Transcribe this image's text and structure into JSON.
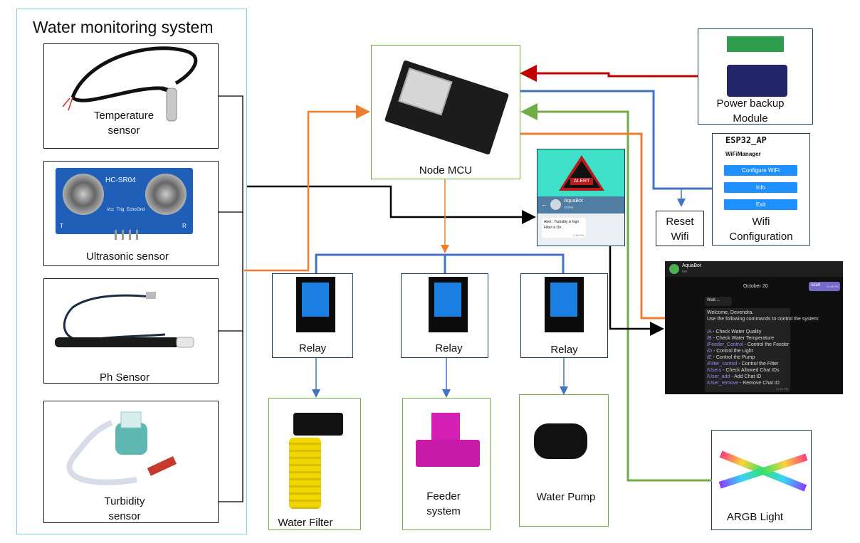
{
  "monitoring": {
    "title": "Water monitoring system"
  },
  "sensors": {
    "temperature": "Temperature\nsensor",
    "ultrasonic": "Ultrasonic sensor",
    "ph": "Ph Sensor",
    "turbidity": "Turbidity\nsensor"
  },
  "ultrasonic_module": {
    "model": "HC-SR04",
    "pins": [
      "Vcc",
      "Trig",
      "Echo",
      "Gnd"
    ],
    "marks": [
      "T",
      "R"
    ]
  },
  "nodemcu": {
    "label": "Node MCU"
  },
  "power": {
    "label": "Power backup\nModule"
  },
  "alert": {
    "badge": "ALERT",
    "bot_name": "AquaBot",
    "bot_status": "online",
    "message": "Alert : Turbidity is high\nFilter is On",
    "time": "2:46 PM"
  },
  "wifi_portal": {
    "title": "ESP32_AP",
    "subtitle": "WiFiManager",
    "buttons": [
      "Configure WiFi",
      "Info",
      "Exit"
    ]
  },
  "reset_wifi": {
    "label": "Reset\nWifi"
  },
  "wifi_config": {
    "label": "Wifi\nConfiguration"
  },
  "relays": [
    {
      "label": "Relay"
    },
    {
      "label": "Relay"
    },
    {
      "label": "Relay"
    }
  ],
  "actuators": {
    "filter": "Water Filter",
    "feeder": "Feeder\nsystem",
    "pump": "Water Pump"
  },
  "argb": {
    "label": "ARGB Light"
  },
  "chat": {
    "bot_name": "AquaBot",
    "bot_sub": "bot",
    "date": "October 20",
    "user_cmd": "/start",
    "user_time": "21:46 PM",
    "wait": "Wait....",
    "welcome": "Welcome, Devendra.",
    "intro": "Use the following commands to control the system:",
    "commands": [
      {
        "cmd": "/A",
        "desc": " - Check Water Quality"
      },
      {
        "cmd": "/B",
        "desc": " - Check Water Temperature"
      },
      {
        "cmd": "/Feeder_Control",
        "desc": " - Control the Feeder"
      },
      {
        "cmd": "/D",
        "desc": " - Control the Light"
      },
      {
        "cmd": "/E",
        "desc": " - Control the Pump"
      },
      {
        "cmd": "/Filter_control",
        "desc": " - Control the Filter"
      },
      {
        "cmd": "/Users",
        "desc": " - Check Allowed Chat IDs"
      },
      {
        "cmd": "/User_add",
        "desc": " - Add Chat ID"
      },
      {
        "cmd": "/User_remove",
        "desc": " - Remove Chat ID"
      }
    ],
    "end_time": "21:46 PM"
  },
  "colors": {
    "black": "#000000",
    "orange": "#ed7d31",
    "blue": "#4472c4",
    "green": "#70ad47",
    "red": "#c00000"
  }
}
